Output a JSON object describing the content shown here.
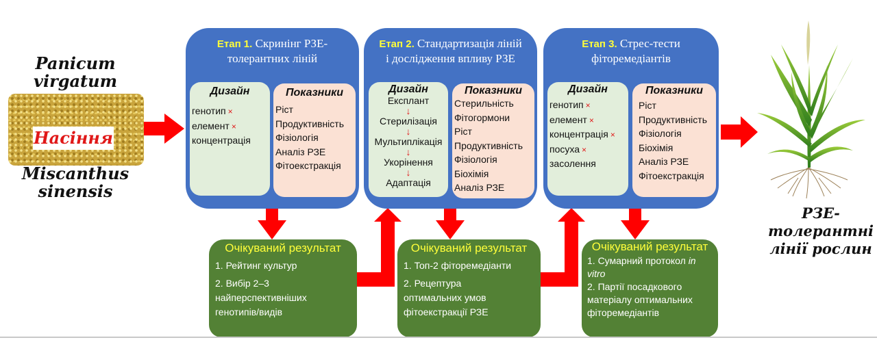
{
  "input": {
    "species_top": [
      "Panicum",
      "virgatum"
    ],
    "label": "Насіння",
    "species_bottom": [
      "Miscanthus",
      "sinensis"
    ]
  },
  "stages": [
    {
      "num": "Етап 1.",
      "title_line1": "Скринінг РЗЕ-",
      "title_line2": "толерантних ліній",
      "design_head": "Дизайн",
      "design": [
        {
          "text": "генотип",
          "cross": "×"
        },
        {
          "text": "елемент",
          "cross": "×"
        },
        {
          "text": "концентрація",
          "cross": ""
        }
      ],
      "metrics_head": "Показники",
      "metrics": [
        "Ріст",
        "Продуктивність",
        "Фізіологія",
        "Аналіз РЗЕ",
        "Фітоекстракція"
      ]
    },
    {
      "num": "Етап 2.",
      "title_line1": "Стандартизація ліній",
      "title_line2": "і дослідження впливу РЗЕ",
      "design_head": "Дизайн",
      "design_flow": [
        "Експлант",
        "Стерилізація",
        "Мультиплікація",
        "Укорінення",
        "Адаптація"
      ],
      "flow_arrow": "↓",
      "metrics_head": "Показники",
      "metrics": [
        "Стерильність",
        "Фітогормони",
        "Ріст",
        "Продуктивність",
        "Фізіологія",
        "Біохімія",
        "Аналіз РЗЕ"
      ]
    },
    {
      "num": "Етап 3.",
      "title_line1": "Стрес-тести",
      "title_line2": "фіторемедіантів",
      "design_head": "Дизайн",
      "design": [
        {
          "text": "генотип",
          "cross": "×"
        },
        {
          "text": "елемент",
          "cross": "×"
        },
        {
          "text": "концентрація",
          "cross": "×"
        },
        {
          "text": "посуха",
          "cross": "×"
        },
        {
          "text": "засолення",
          "cross": ""
        }
      ],
      "metrics_head": "Показники",
      "metrics": [
        "Ріст",
        "Продуктивність",
        "Фізіологія",
        "Біохімія",
        "Аналіз РЗЕ",
        "Фітоекстракція"
      ]
    }
  ],
  "results": [
    {
      "title": "Очікуваний результат",
      "items": [
        "1. Рейтинг культур",
        "2. Вибір 2–3 найперспективніших генотипів/видів"
      ]
    },
    {
      "title": "Очікуваний результат",
      "items": [
        "1. Топ-2 фіторемедіанти",
        "2. Рецептура оптимальних умов фітоекстракції РЗЕ"
      ]
    },
    {
      "title": "Очікуваний результат",
      "item1_prefix": "1. Сумарний протокол ",
      "item1_italic": "in vitro",
      "item2": "2. Партії посадкового матеріалу оптимальних фіторемедіантів"
    }
  ],
  "output": {
    "line1": "РЗЕ-",
    "line2": "толерантні",
    "line3": "лінії рослин"
  },
  "colors": {
    "stage_blue": "#4472c4",
    "design_green": "#e2eedb",
    "metrics_peach": "#fbe1d4",
    "result_green": "#538135",
    "arrow_red": "#ff0000",
    "highlight_yellow": "#ffff3a"
  }
}
